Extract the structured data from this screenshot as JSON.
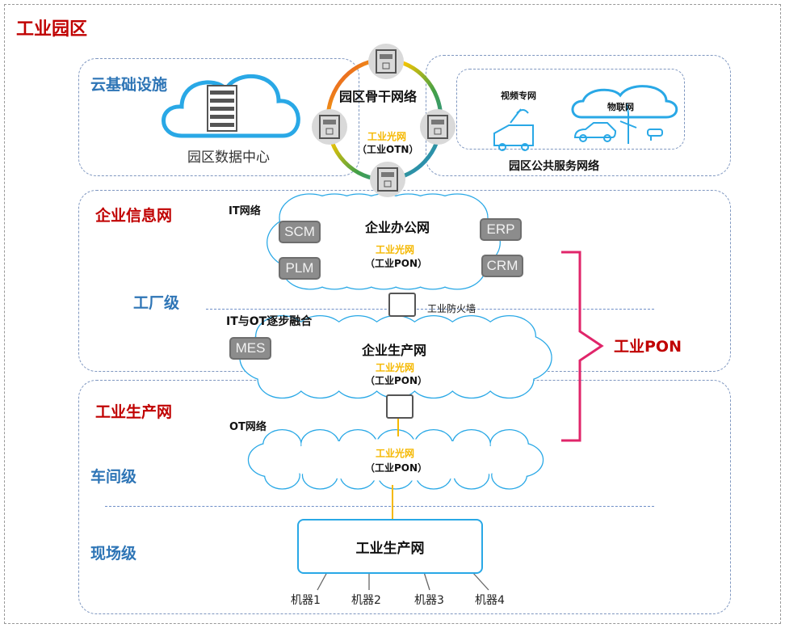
{
  "title": "工业园区",
  "cloud_infra": {
    "label": "云基础设施",
    "dc": "园区数据中心"
  },
  "backbone": {
    "label": "园区骨干网络",
    "optical": "工业光网",
    "otn": "（工业OTN）"
  },
  "public": {
    "label": "园区公共服务网络",
    "video": "视频专网",
    "iot": "物联网"
  },
  "enterprise_info": {
    "label": "企业信息网",
    "factory_level": "工厂级",
    "it_net": "IT网络",
    "office": "企业办公网",
    "optical": "工业光网",
    "pon": "（工业PON）",
    "systems": [
      "SCM",
      "PLM",
      "ERP",
      "CRM"
    ],
    "firewall": "工业防火墙",
    "fusion": "IT与OT逐步融合",
    "production": "企业生产网",
    "mes": "MES"
  },
  "industrial_prod": {
    "label": "工业生产网",
    "workshop_level": "车间级",
    "field_level": "现场级",
    "ot_net": "OT网络",
    "optical": "工业光网",
    "pon": "（工业PON）",
    "field_box": "工业生产网",
    "machines": [
      "机器1",
      "机器2",
      "机器3",
      "机器4"
    ]
  },
  "bracket_label": "工业PON",
  "colors": {
    "red": "#c00000",
    "blue": "#2e75b6",
    "cloud": "#1fa3e0",
    "gold": "#f5b800",
    "bracket": "#e0256a"
  }
}
